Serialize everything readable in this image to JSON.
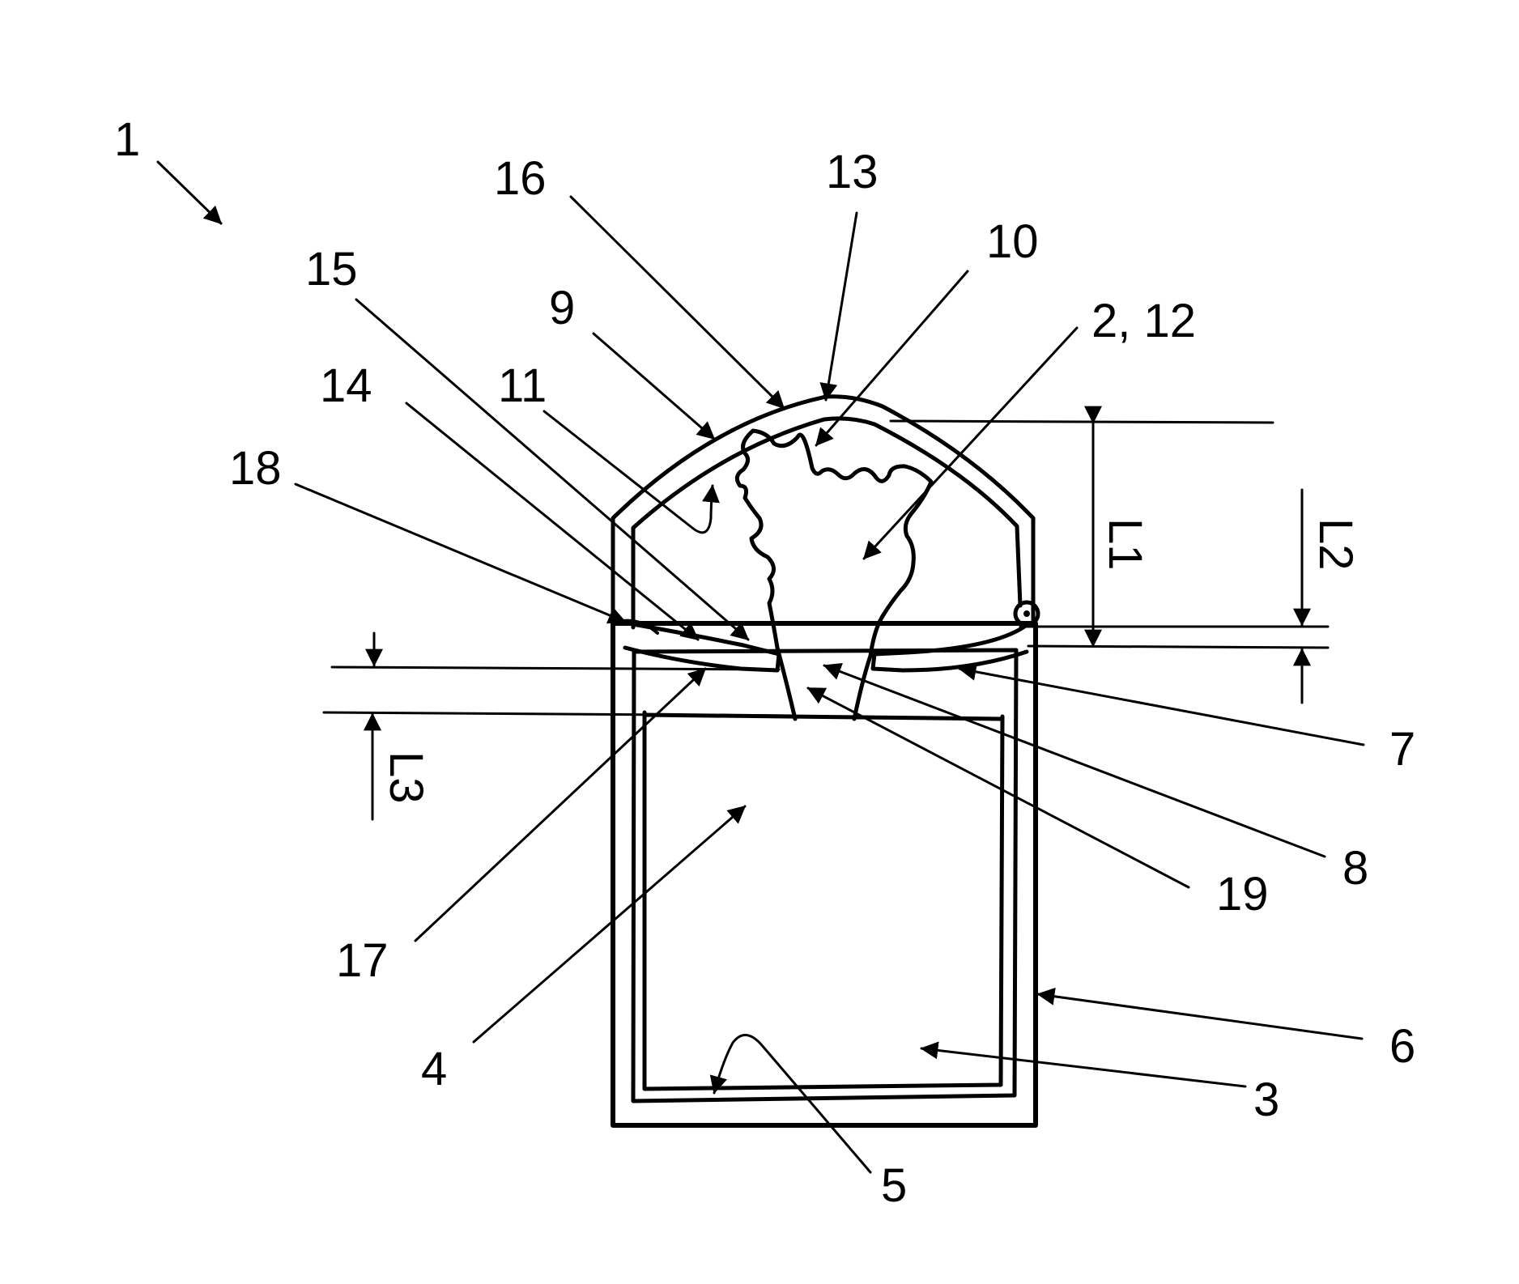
{
  "labels": {
    "l1": "1",
    "l2_12": "2, 12",
    "l3": "3",
    "l4": "4",
    "l5": "5",
    "l6": "6",
    "l7": "7",
    "l8": "8",
    "l9": "9",
    "l10": "10",
    "l11": "11",
    "l13": "13",
    "l14": "14",
    "l15": "15",
    "l16": "16",
    "l17": "17",
    "l18": "18",
    "l19": "19",
    "dim_L1": "L1",
    "dim_L2": "L2",
    "dim_L3": "L3"
  },
  "colors": {
    "ink": "#000000",
    "paper": "#ffffff"
  }
}
